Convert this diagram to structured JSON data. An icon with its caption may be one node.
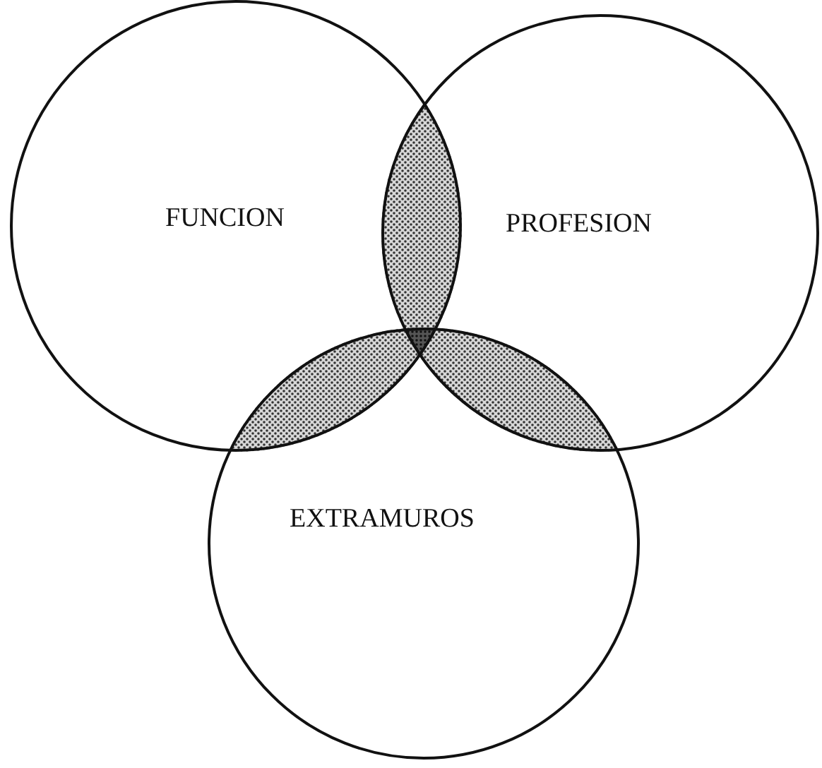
{
  "diagram": {
    "nodes": [
      {
        "text": [
          "FUNCION"
        ]
      },
      {
        "text": [
          "PROFESION"
        ]
      },
      {
        "text": [
          "EXTRAMUROS"
        ]
      }
    ]
  }
}
